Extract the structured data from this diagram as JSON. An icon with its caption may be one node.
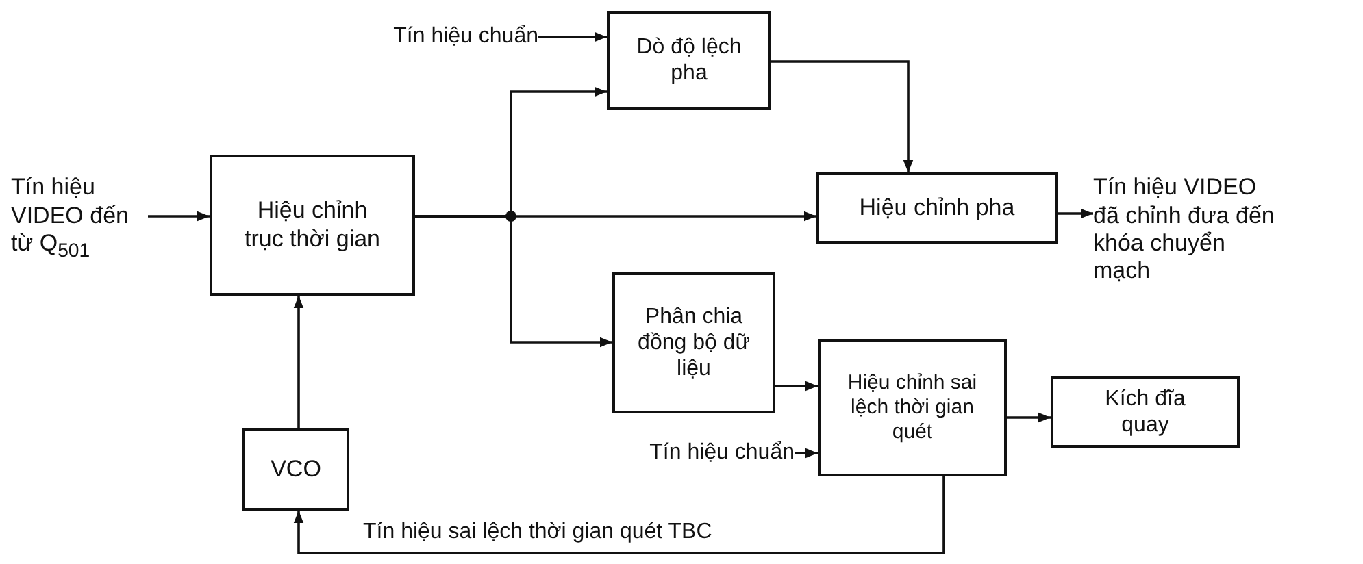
{
  "diagram": {
    "nodes": [
      {
        "text": [
          "Tín hiệu VIDEO đến từ Q$_{501}$"
        ]
      },
      {
        "text": [
          "Hiệu chỉnh trục thời gian"
        ]
      },
      {
        "text": [
          "Tín hiệu chuẩn"
        ]
      },
      {
        "text": [
          "Dò độ lệch pha"
        ]
      },
      {
        "text": [
          "Hiệu chỉnh pha"
        ]
      },
      {
        "text": [
          "Tín hiệu VIDEO đã chỉnh đưa đến khóa chuyển mạch"
        ]
      },
      {
        "text": [
          "Phân chia đồng bộ dữ liệu"
        ]
      },
      {
        "text": [
          "Hiệu chỉnh sai lệch thời gian quét"
        ]
      },
      {
        "text": [
          "Kích đĩa quay"
        ]
      },
      {
        "text": [
          "Tín hiệu chuẩn"
        ]
      },
      {
        "text": [
          "VCO"
        ]
      }
    ],
    "edges": [
      {
        "from": 0,
        "to": 1,
        "arrow": "to"
      },
      {
        "from": 2,
        "to": 3,
        "arrow": "to"
      },
      {
        "from": 1,
        "to": 3,
        "arrow": "to"
      },
      {
        "from": 1,
        "to": 4,
        "arrow": "to"
      },
      {
        "from": 1,
        "to": 6,
        "arrow": "to"
      },
      {
        "from": 3,
        "to": 4,
        "arrow": "to"
      },
      {
        "from": 4,
        "to": 5,
        "arrow": "to"
      },
      {
        "from": 6,
        "to": 7,
        "arrow": "to"
      },
      {
        "from": 9,
        "to": 7,
        "arrow": "to"
      },
      {
        "from": 7,
        "to": 8,
        "arrow": "to"
      },
      {
        "from": 10,
        "to": 1,
        "arrow": "to"
      },
      {
        "from": 7,
        "to": 10,
        "arrow": "to",
        "label": "Tín hiệu sai lệch thời gian quét TBC"
      }
    ]
  }
}
